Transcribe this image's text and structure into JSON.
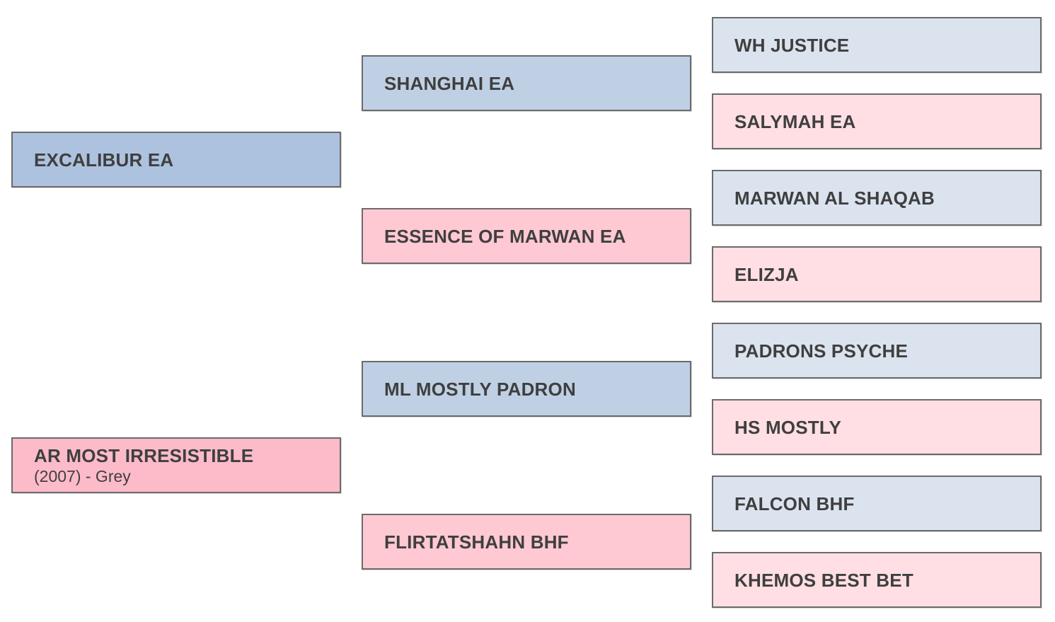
{
  "pedigree": {
    "gen1": {
      "sire": {
        "name": "EXCALIBUR EA",
        "color": "#adc2df"
      },
      "dam": {
        "name": "AR MOST IRRESISTIBLE",
        "details": "(2007) - Grey",
        "color": "#fdbbc9"
      }
    },
    "gen2": [
      {
        "name": "SHANGHAI EA",
        "color": "#bfd0e5"
      },
      {
        "name": "ESSENCE OF MARWAN EA",
        "color": "#ffc9d3"
      },
      {
        "name": "ML MOSTLY PADRON",
        "color": "#bfd0e5"
      },
      {
        "name": "FLIRTATSHAHN BHF",
        "color": "#ffc9d3"
      }
    ],
    "gen3": [
      {
        "name": "WH JUSTICE",
        "color": "#dbe3ef"
      },
      {
        "name": "SALYMAH EA",
        "color": "#ffdfe4"
      },
      {
        "name": "MARWAN AL SHAQAB",
        "color": "#dbe3ef"
      },
      {
        "name": "ELIZJA",
        "color": "#ffdfe4"
      },
      {
        "name": "PADRONS PSYCHE",
        "color": "#dbe3ef"
      },
      {
        "name": "HS MOSTLY",
        "color": "#ffdfe4"
      },
      {
        "name": "FALCON BHF",
        "color": "#dbe3ef"
      },
      {
        "name": "KHEMOS BEST BET",
        "color": "#ffdfe4"
      }
    ]
  }
}
